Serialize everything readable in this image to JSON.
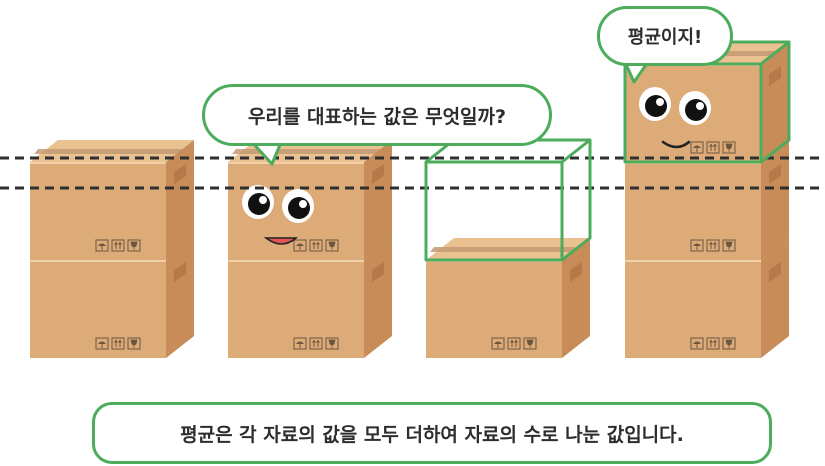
{
  "question_bubble": {
    "text": "우리를 대표하는 값은 무엇일까?"
  },
  "answer_bubble": {
    "text": "평균이지!"
  },
  "summary": {
    "text": "평균은 각 자료의 값을 모두 더하여 자료의 수로 나눈 값입니다."
  },
  "stacks": [
    {
      "boxes": 2,
      "face": false
    },
    {
      "boxes": 2,
      "face": true
    },
    {
      "boxes": 1,
      "face": false,
      "empty_outline_box": true
    },
    {
      "boxes": 3,
      "face": true,
      "top_box_outlined": true
    }
  ],
  "colors": {
    "accent_green": "#4cac5b",
    "box_front": "#ddab77",
    "box_side": "#c78c58",
    "box_top": "#eac191",
    "box_tape": "#c49a73",
    "dashed_line": "#2f2f2f",
    "mouth": "#e35550"
  },
  "icons": [
    "umbrella-icon",
    "this-way-up-icon",
    "fragile-glass-icon"
  ]
}
